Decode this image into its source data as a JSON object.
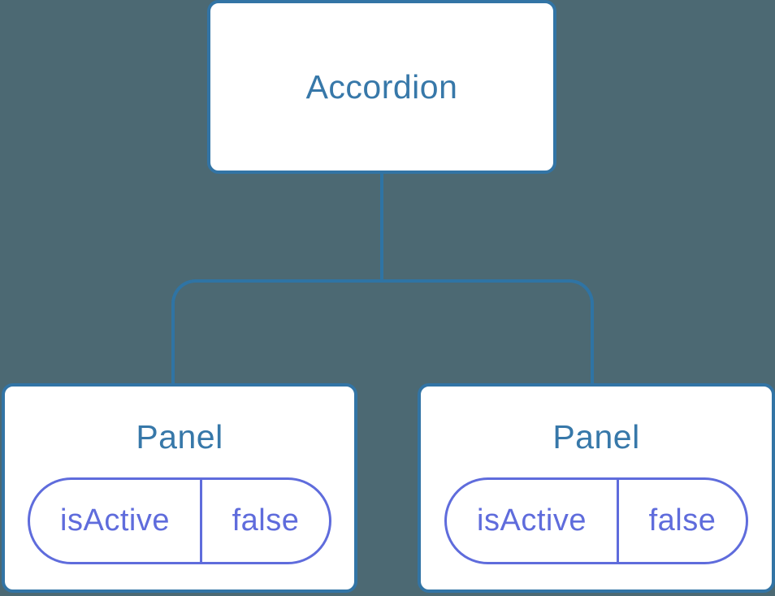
{
  "diagram": {
    "description_label": "component-state-tree",
    "root": {
      "label": "Accordion"
    },
    "children": [
      {
        "label": "Panel",
        "state": {
          "key": "isActive",
          "value": "false"
        }
      },
      {
        "label": "Panel",
        "state": {
          "key": "isActive",
          "value": "false"
        }
      }
    ]
  },
  "colors": {
    "bg": "#4C6973",
    "line": "#2F74A4",
    "box_border": "#3274A5",
    "box_fill": "#FFFFFF",
    "label": "#3778A9",
    "pill": "#5F6CDC"
  }
}
